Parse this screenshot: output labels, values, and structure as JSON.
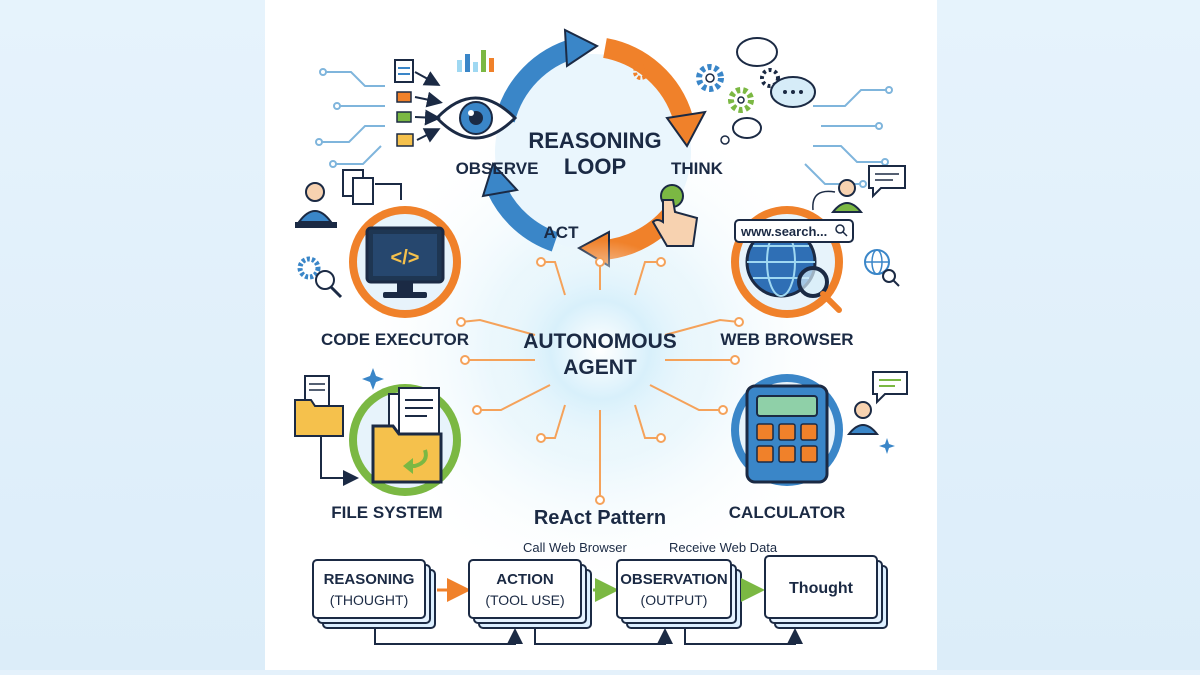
{
  "loop": {
    "title_line1": "REASONING",
    "title_line2": "LOOP",
    "observe": "OBSERVE",
    "think": "THINK",
    "act": "ACT"
  },
  "agent": {
    "line1": "AUTONOMOUS",
    "line2": "AGENT"
  },
  "tools": {
    "code_executor": "CODE EXECUTOR",
    "web_browser": "WEB BROWSER",
    "file_system": "FILE SYSTEM",
    "calculator": "CALCULATOR",
    "code_glyph": "</>",
    "search_text": "www.search..."
  },
  "pattern": {
    "title": "ReAct Pattern",
    "step1_line1": "REASONING",
    "step1_line2": "(THOUGHT)",
    "step2_line1": "ACTION",
    "step2_line2": "(TOOL USE)",
    "step3_line1": "OBSERVATION",
    "step3_line2": "(OUTPUT)",
    "step4": "Thought",
    "label_call": "Call Web Browser",
    "label_receive": "Receive Web Data"
  },
  "colors": {
    "orange": "#f0812a",
    "blue": "#3a86c8",
    "green": "#7bb843",
    "navy": "#1b2a44",
    "glow": "#9fd8f2"
  },
  "icons": [
    "eye-icon",
    "gear-icon",
    "hand-click-icon",
    "monitor-icon",
    "globe-icon",
    "magnifier-icon",
    "folder-icon",
    "document-icon",
    "calculator-icon",
    "person-icon",
    "chat-bubble-icon",
    "cloud-bubble-icon"
  ]
}
